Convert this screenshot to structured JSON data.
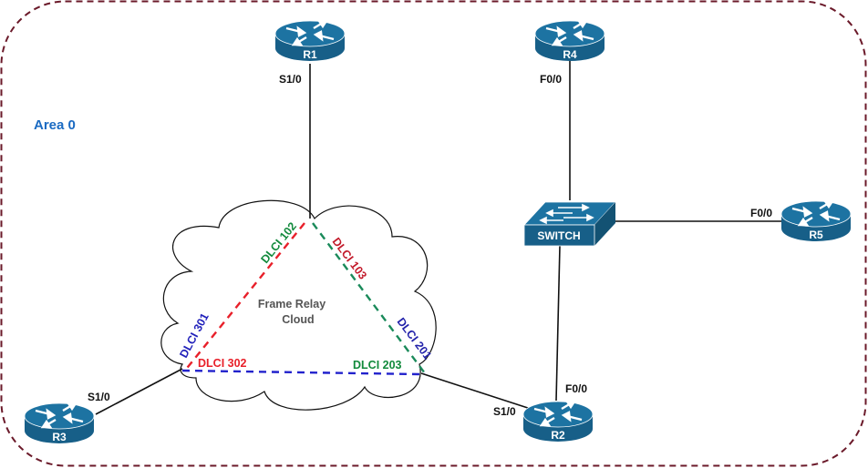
{
  "area": {
    "label": "Area 0",
    "color": "#1a6ac2",
    "border_color": "#6b1a2a"
  },
  "cloud": {
    "line1": "Frame Relay",
    "line2": "Cloud"
  },
  "colors": {
    "device": "#1a6a96",
    "device_dark": "#135273",
    "red": "#e8202a",
    "green": "#128a3c",
    "blue": "#2222cc",
    "pvc_green": "#1a8a5a",
    "link": "#111111"
  },
  "devices": {
    "r1": {
      "name": "R1",
      "type": "router",
      "interface": "S1/0"
    },
    "r2": {
      "name": "R2",
      "type": "router",
      "interfaces": [
        "S1/0",
        "F0/0"
      ]
    },
    "r3": {
      "name": "R3",
      "type": "router",
      "interface": "S1/0"
    },
    "r4": {
      "name": "R4",
      "type": "router",
      "interface": "F0/0"
    },
    "r5": {
      "name": "R5",
      "type": "router",
      "interface": "F0/0"
    },
    "switch": {
      "name": "SWITCH",
      "type": "switch"
    }
  },
  "pvcs": [
    {
      "between": "R1-R3",
      "color": "red",
      "labels": [
        "DLCI 102",
        "DLCI 301"
      ]
    },
    {
      "between": "R1-R2",
      "color": "green",
      "labels": [
        "DLCI 103",
        "DLCI 201"
      ]
    },
    {
      "between": "R3-R2",
      "color": "blue",
      "labels": [
        "DLCI 302",
        "DLCI 203"
      ]
    }
  ],
  "dlci": {
    "d102": "DLCI 102",
    "d103": "DLCI 103",
    "d201": "DLCI 201",
    "d203": "DLCI 203",
    "d301": "DLCI 301",
    "d302": "DLCI 302"
  }
}
